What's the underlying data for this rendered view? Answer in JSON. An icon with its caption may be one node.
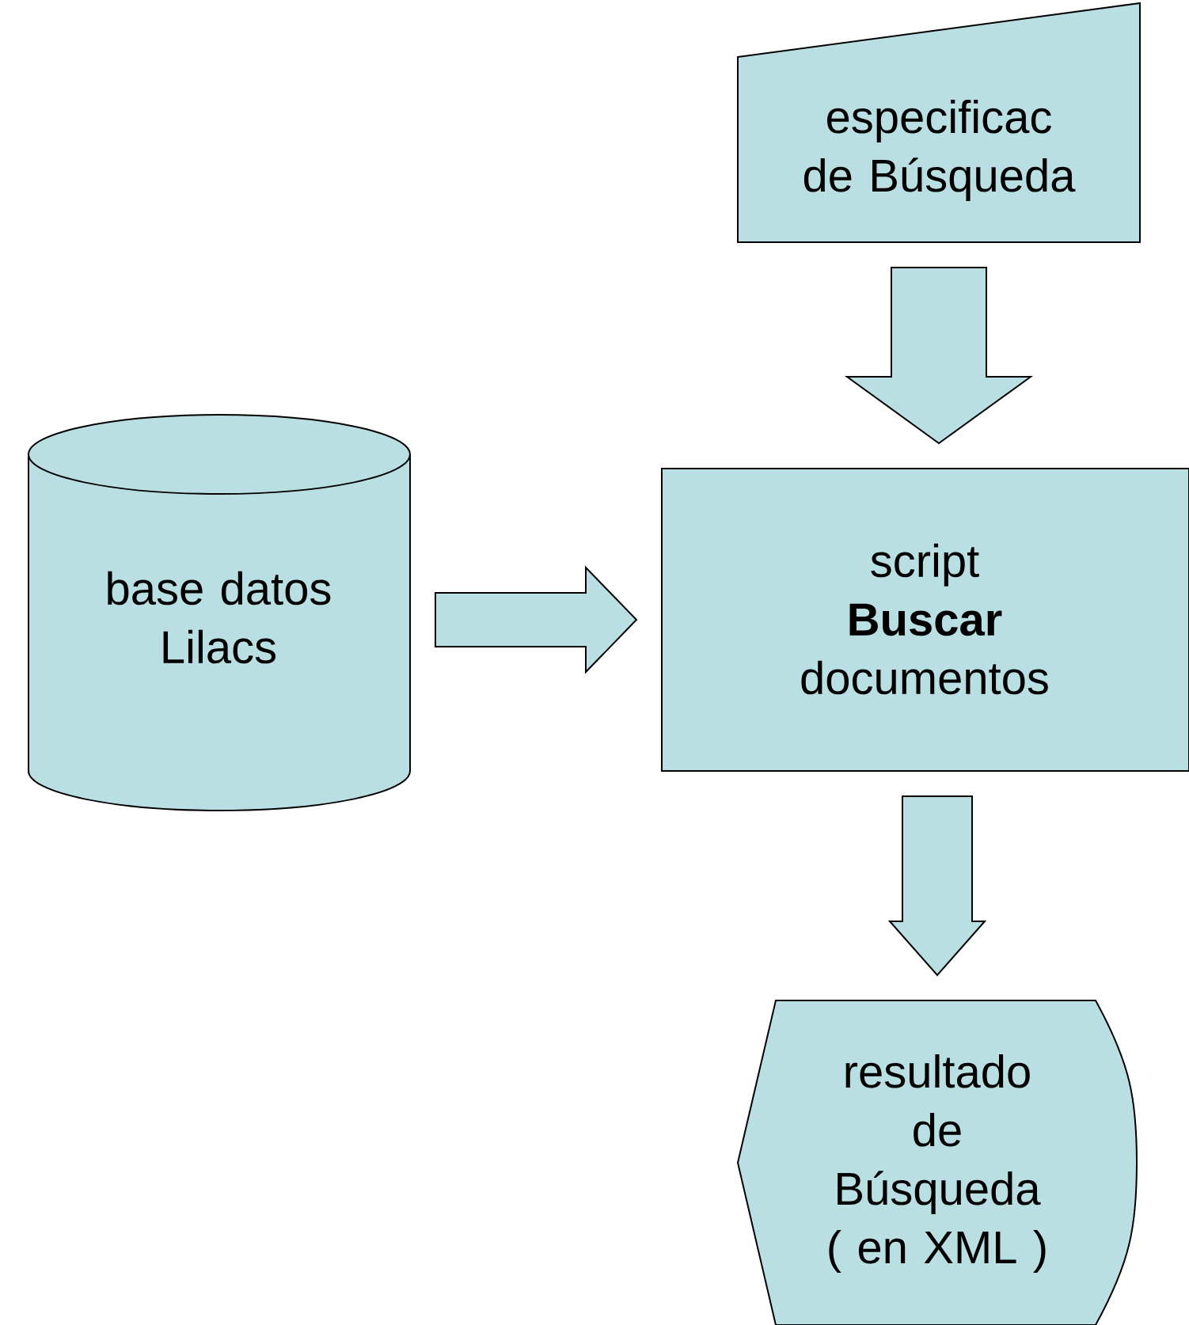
{
  "diagram": {
    "nodes": [
      {
        "text": [
          "especificac de Búsqueda"
        ]
      },
      {
        "text": [
          "base datos Lilacs"
        ]
      },
      {
        "text": [
          "script **Buscar** documentos"
        ]
      },
      {
        "text": [
          "resultado de Búsqueda ( en XML )"
        ]
      }
    ],
    "edges": [
      {
        "from": 0,
        "to": 2,
        "arrow": "to"
      },
      {
        "from": 1,
        "to": 2,
        "arrow": "to"
      },
      {
        "from": 2,
        "to": 3,
        "arrow": "to"
      }
    ]
  }
}
